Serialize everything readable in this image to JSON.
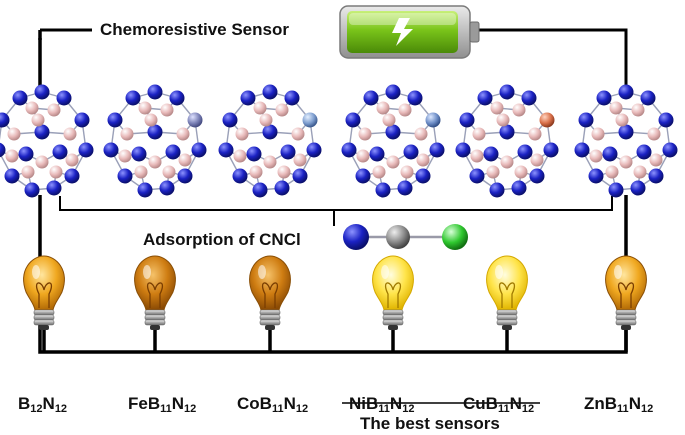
{
  "title": "Chemoresistive Sensor",
  "adsorption_label": "Adsorption of CNCl",
  "best_label": "The best sensors",
  "colors": {
    "boron": "#e8b9b9",
    "nitrogen": "#1b22c4",
    "fe": "#7d83b8",
    "co": "#7f9fd0",
    "ni": "#6f8fc8",
    "cu": "#d9704a",
    "carbon": "#8a8a8a",
    "chlorine": "#2fc82f",
    "battery_green": "#7ac41a",
    "bulb_bright": "#ffe44a",
    "bulb_dim": "#d9870e"
  },
  "systems": [
    {
      "base": "B",
      "sub1": "12",
      "mid": "N",
      "sub2": "12",
      "dopant": "none",
      "bulb": "dim"
    },
    {
      "base": "FeB",
      "sub1": "11",
      "mid": "N",
      "sub2": "12",
      "dopant": "fe",
      "bulb": "dark"
    },
    {
      "base": "CoB",
      "sub1": "11",
      "mid": "N",
      "sub2": "12",
      "dopant": "co",
      "bulb": "dark"
    },
    {
      "base": "NiB",
      "sub1": "11",
      "mid": "N",
      "sub2": "12",
      "dopant": "ni",
      "bulb": "bright"
    },
    {
      "base": "CuB",
      "sub1": "11",
      "mid": "N",
      "sub2": "12",
      "dopant": "cu",
      "bulb": "bright"
    },
    {
      "base": "ZnB",
      "sub1": "11",
      "mid": "N",
      "sub2": "12",
      "dopant": "none",
      "bulb": "dim"
    }
  ]
}
